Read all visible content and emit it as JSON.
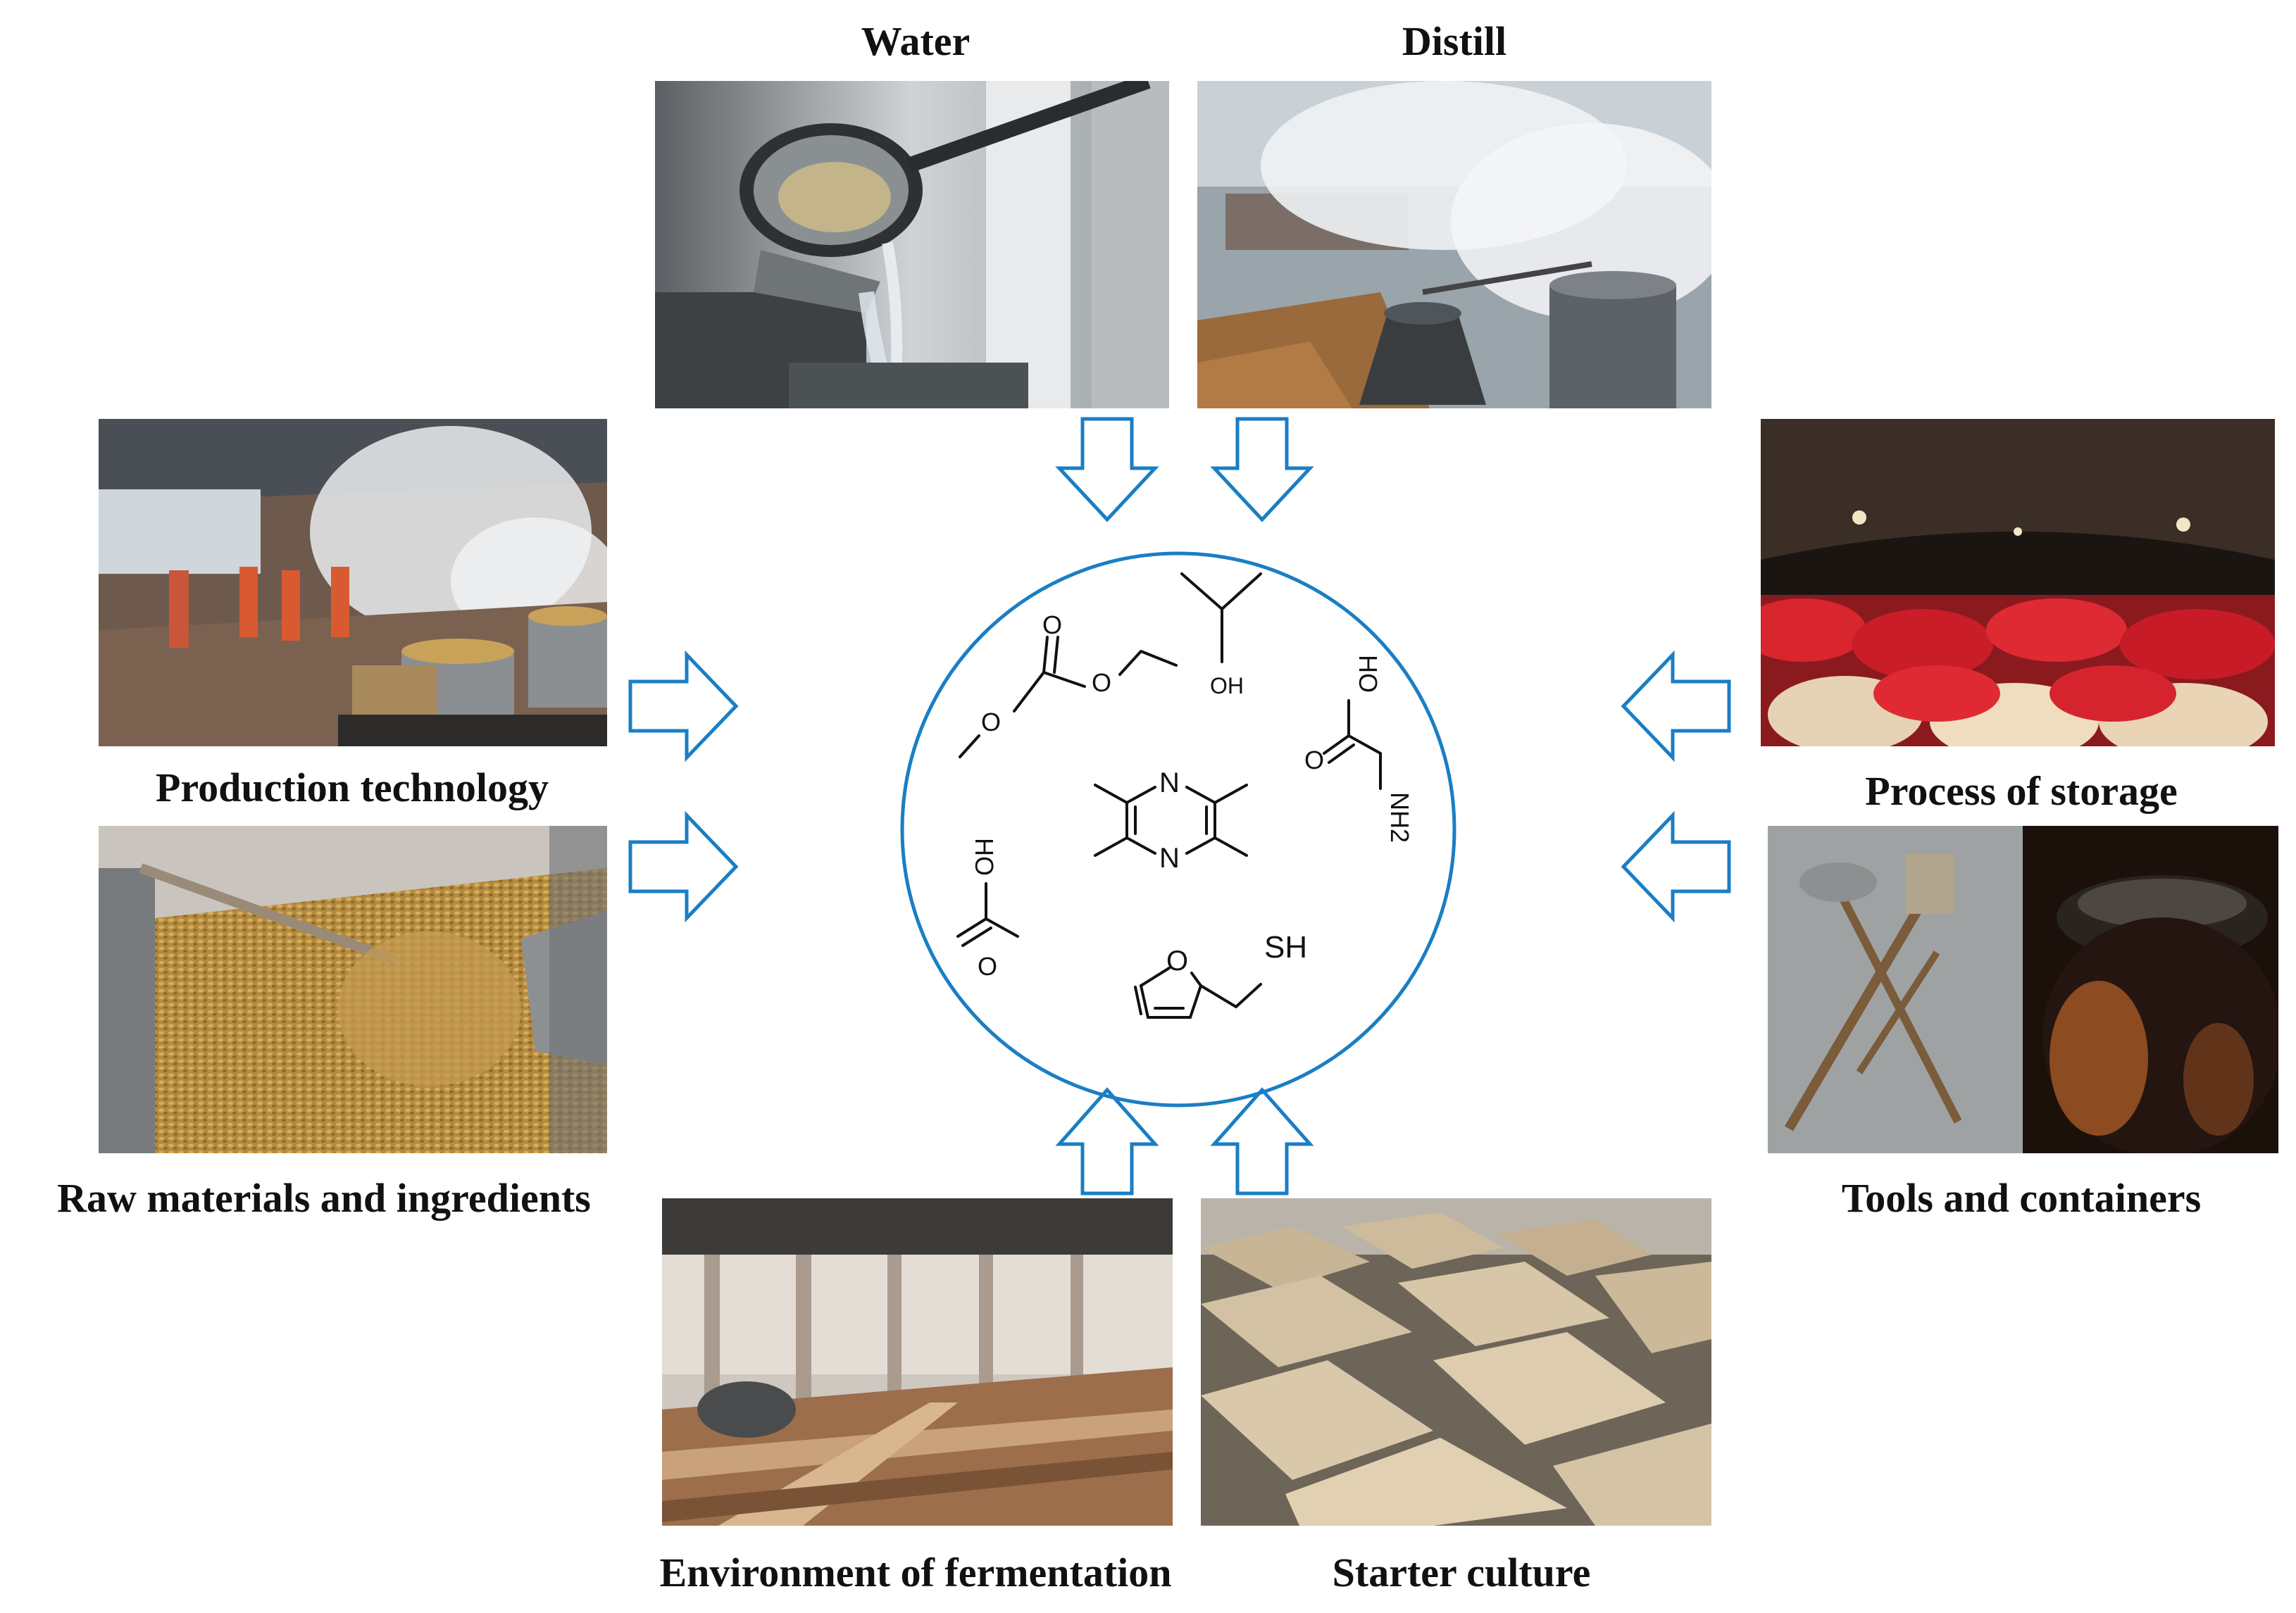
{
  "labels": {
    "water": "Water",
    "distill": "Distill",
    "production": "Production technology",
    "raw": "Raw materials and ingredients",
    "storage": "Process of storage",
    "tools": "Tools and containers",
    "environment": "Environment of fermentation",
    "starter": "Starter culture"
  },
  "atoms": {
    "N": "N",
    "OH": "OH",
    "O": "O",
    "HO": "HO",
    "NH2": "NH2",
    "SH": "SH"
  },
  "colors": {
    "accent": "#1a7ec4",
    "text": "#111111"
  }
}
